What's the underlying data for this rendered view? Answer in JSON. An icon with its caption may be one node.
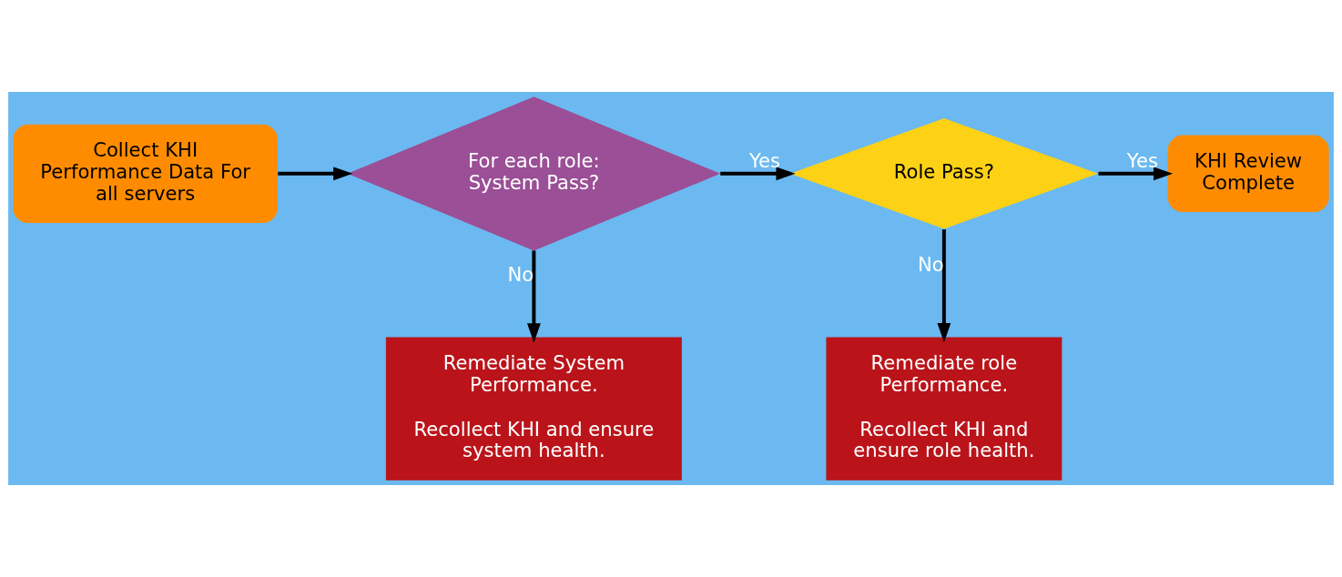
{
  "diagram": {
    "nodes": [
      {
        "text": [
          "Collect KHI Performance Data For all servers"
        ]
      },
      {
        "text": [
          "For each role: System Pass?"
        ]
      },
      {
        "text": [
          "Role Pass?"
        ]
      },
      {
        "text": [
          "KHI Review Complete"
        ]
      },
      {
        "text": [
          "Remediate System Performance.",
          "Recollect KHI and ensure system health."
        ]
      },
      {
        "text": [
          "Remediate role Performance.",
          "Recollect KHI and ensure role health."
        ]
      }
    ],
    "edges": [
      {
        "from": 0,
        "to": 1,
        "arrow": "to"
      },
      {
        "from": 1,
        "to": 2,
        "label": "Yes",
        "arrow": "to"
      },
      {
        "from": 2,
        "to": 3,
        "label": "Yes",
        "arrow": "to"
      },
      {
        "from": 1,
        "to": 4,
        "label": "No",
        "arrow": "to"
      },
      {
        "from": 2,
        "to": 5,
        "label": "No",
        "arrow": "to"
      }
    ]
  }
}
